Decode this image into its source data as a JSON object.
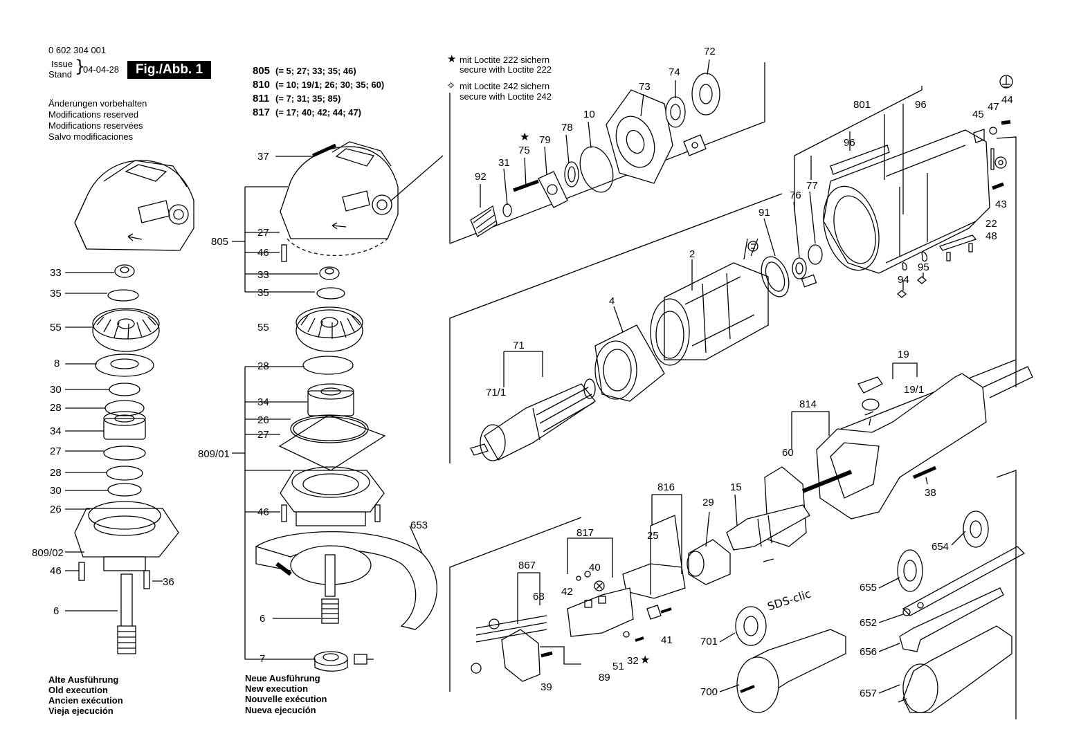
{
  "header": {
    "doc_number": "0 602 304 001",
    "issue_label": "Issue",
    "stand_label": "Stand",
    "date": "04-04-28",
    "fig_label": "Fig./Abb. 1",
    "notes": [
      "Änderungen vorbehalten",
      "Modifications reserved",
      "Modifications reservées",
      "Salvo modificaciones"
    ]
  },
  "kits": [
    {
      "number": "805",
      "parts": "(= 5; 27; 33; 35; 46)"
    },
    {
      "number": "810",
      "parts": "(= 10; 19/1; 26; 30; 35; 60)"
    },
    {
      "number": "811",
      "parts": "(= 7; 31; 35; 85)"
    },
    {
      "number": "817",
      "parts": "(= 17; 40; 42; 44; 47)"
    }
  ],
  "legend": {
    "loctite222_de": "mit Loctite 222 sichern",
    "loctite222_en": "secure with Loctite 222",
    "loctite242_de": "mit Loctite 242 sichern",
    "loctite242_en": "secure with Loctite 242"
  },
  "execution_old": [
    "Alte Ausführung",
    "Old execution",
    "Ancien exécution",
    "Vieja ejecución"
  ],
  "execution_new": [
    "Neue Ausführung",
    "New execution",
    "Nouvelle exécution",
    "Nueva ejecución"
  ],
  "stamp": "SDS-clic",
  "callouts": [
    "33",
    "35",
    "55",
    "8",
    "30",
    "28",
    "34",
    "27",
    "28",
    "30",
    "26",
    "809/02",
    "46",
    "36",
    "6",
    "37",
    "805",
    "27",
    "46",
    "33",
    "35",
    "55",
    "28",
    "34",
    "26",
    "27",
    "809/01",
    "46",
    "6",
    "7",
    "653",
    "92",
    "31",
    "75",
    "79",
    "78",
    "10",
    "73",
    "74",
    "72",
    "801",
    "96",
    "96",
    "76",
    "77",
    "45",
    "47",
    "44",
    "43",
    "22",
    "48",
    "94",
    "95",
    "91",
    "2",
    "4",
    "71",
    "71/1",
    "19",
    "19/1",
    "814",
    "60",
    "38",
    "816",
    "25",
    "29",
    "15",
    "817",
    "40",
    "42",
    "867",
    "68",
    "39",
    "89",
    "51",
    "32",
    "41",
    "654",
    "655",
    "652",
    "656",
    "657",
    "701",
    "700"
  ]
}
